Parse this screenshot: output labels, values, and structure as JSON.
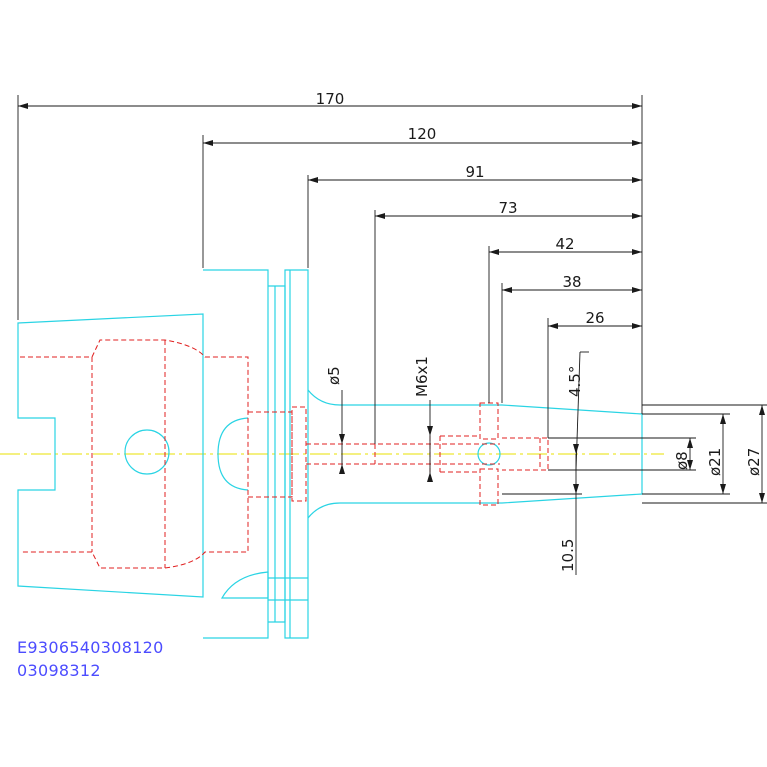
{
  "colors": {
    "outline": "#2ad4e4",
    "hidden": "#e02020",
    "center": "#e8e000",
    "dimension": "#1a1a1a",
    "code": "#4c4cff"
  },
  "dimensions": {
    "d170": "170",
    "d120": "120",
    "d91": "91",
    "d73": "73",
    "d42": "42",
    "d38": "38",
    "d26": "26",
    "dia5": "ø5",
    "m6": "M6x1",
    "angle": "4.5°",
    "d10_5": "10.5",
    "dia8": "ø8",
    "dia21": "ø21",
    "dia27": "ø27"
  },
  "codes": {
    "line1": "E9306540308120",
    "line2": "03098312"
  }
}
